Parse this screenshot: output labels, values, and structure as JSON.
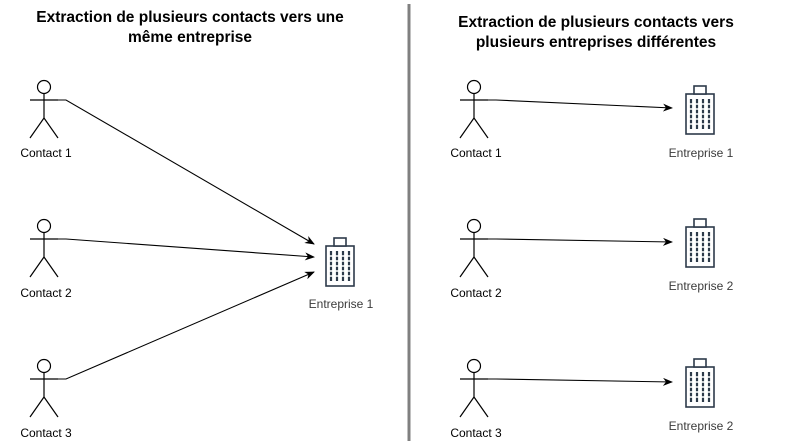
{
  "panels": [
    {
      "title_line1": "Extraction de plusieurs contacts vers une",
      "title_line2": "même entreprise",
      "contacts": [
        "Contact 1",
        "Contact 2",
        "Contact 3"
      ],
      "companies": [
        "Entreprise 1"
      ]
    },
    {
      "title_line1": "Extraction de plusieurs contacts vers",
      "title_line2": "plusieurs entreprises différentes",
      "contacts": [
        "Contact 1",
        "Contact 2",
        "Contact 3"
      ],
      "companies": [
        "Entreprise 1",
        "Entreprise 2",
        "Entreprise 2"
      ]
    }
  ],
  "colors": {
    "divider": "#808080",
    "building": "#2d3a4a",
    "stroke": "#000000"
  }
}
